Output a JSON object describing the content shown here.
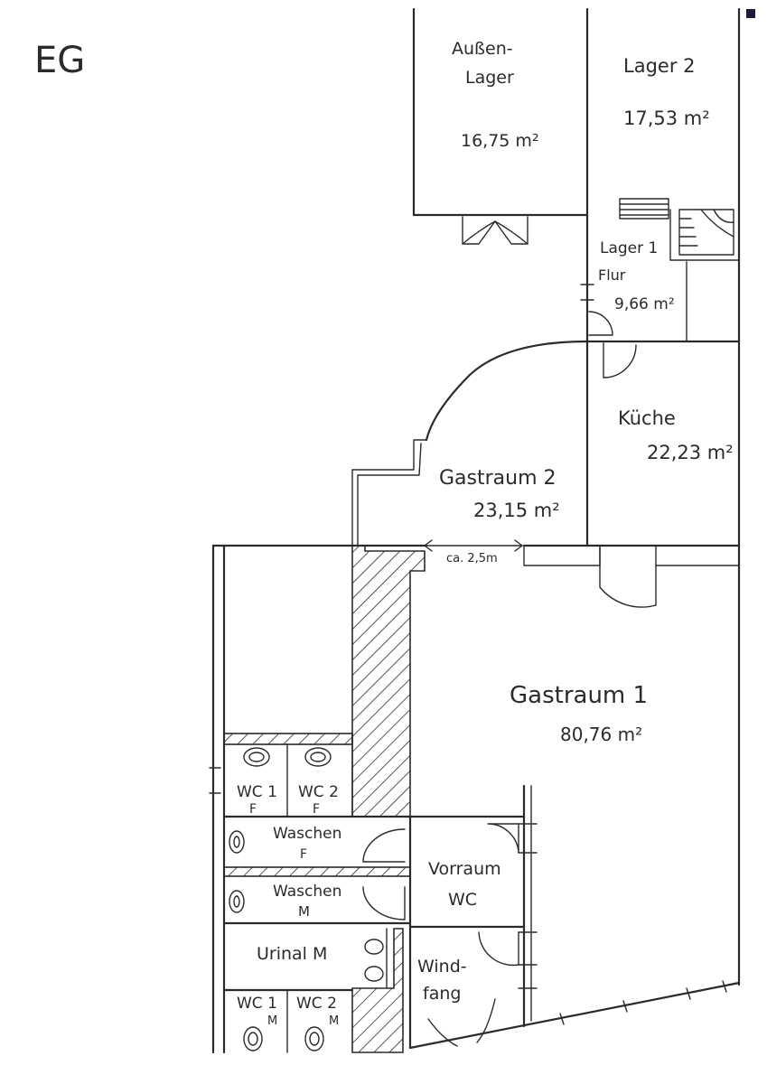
{
  "floor_label": "EG",
  "rooms": {
    "aussenlager": {
      "name_line1": "Außen-",
      "name_line2": "Lager",
      "area": "16,75 m²"
    },
    "lager2": {
      "name": "Lager 2",
      "area": "17,53 m²"
    },
    "lager1": {
      "name_line1": "Lager 1",
      "name_line2": "Flur",
      "area": "9,66 m²"
    },
    "kueche": {
      "name": "Küche",
      "area": "22,23 m²"
    },
    "gastraum2": {
      "name": "Gastraum 2",
      "area": "23,15 m²"
    },
    "gastraum1": {
      "name": "Gastraum 1",
      "area": "80,76 m²"
    },
    "wc1_f": {
      "name": "WC 1",
      "sub": "F"
    },
    "wc2_f": {
      "name": "WC 2",
      "sub": "F"
    },
    "waschen_f": {
      "name": "Waschen",
      "sub": "F"
    },
    "waschen_m": {
      "name": "Waschen",
      "sub": "M"
    },
    "urinal_m": {
      "name": "Urinal M"
    },
    "vorraum_wc": {
      "name_line1": "Vorraum",
      "name_line2": "WC"
    },
    "windfang": {
      "name_line1": "Wind-",
      "name_line2": "fang"
    },
    "wc1_m": {
      "name": "WC 1",
      "sub": "M"
    },
    "wc2_m": {
      "name": "WC 2",
      "sub": "M"
    }
  },
  "dimension": {
    "label": "ca. 2,5m"
  }
}
